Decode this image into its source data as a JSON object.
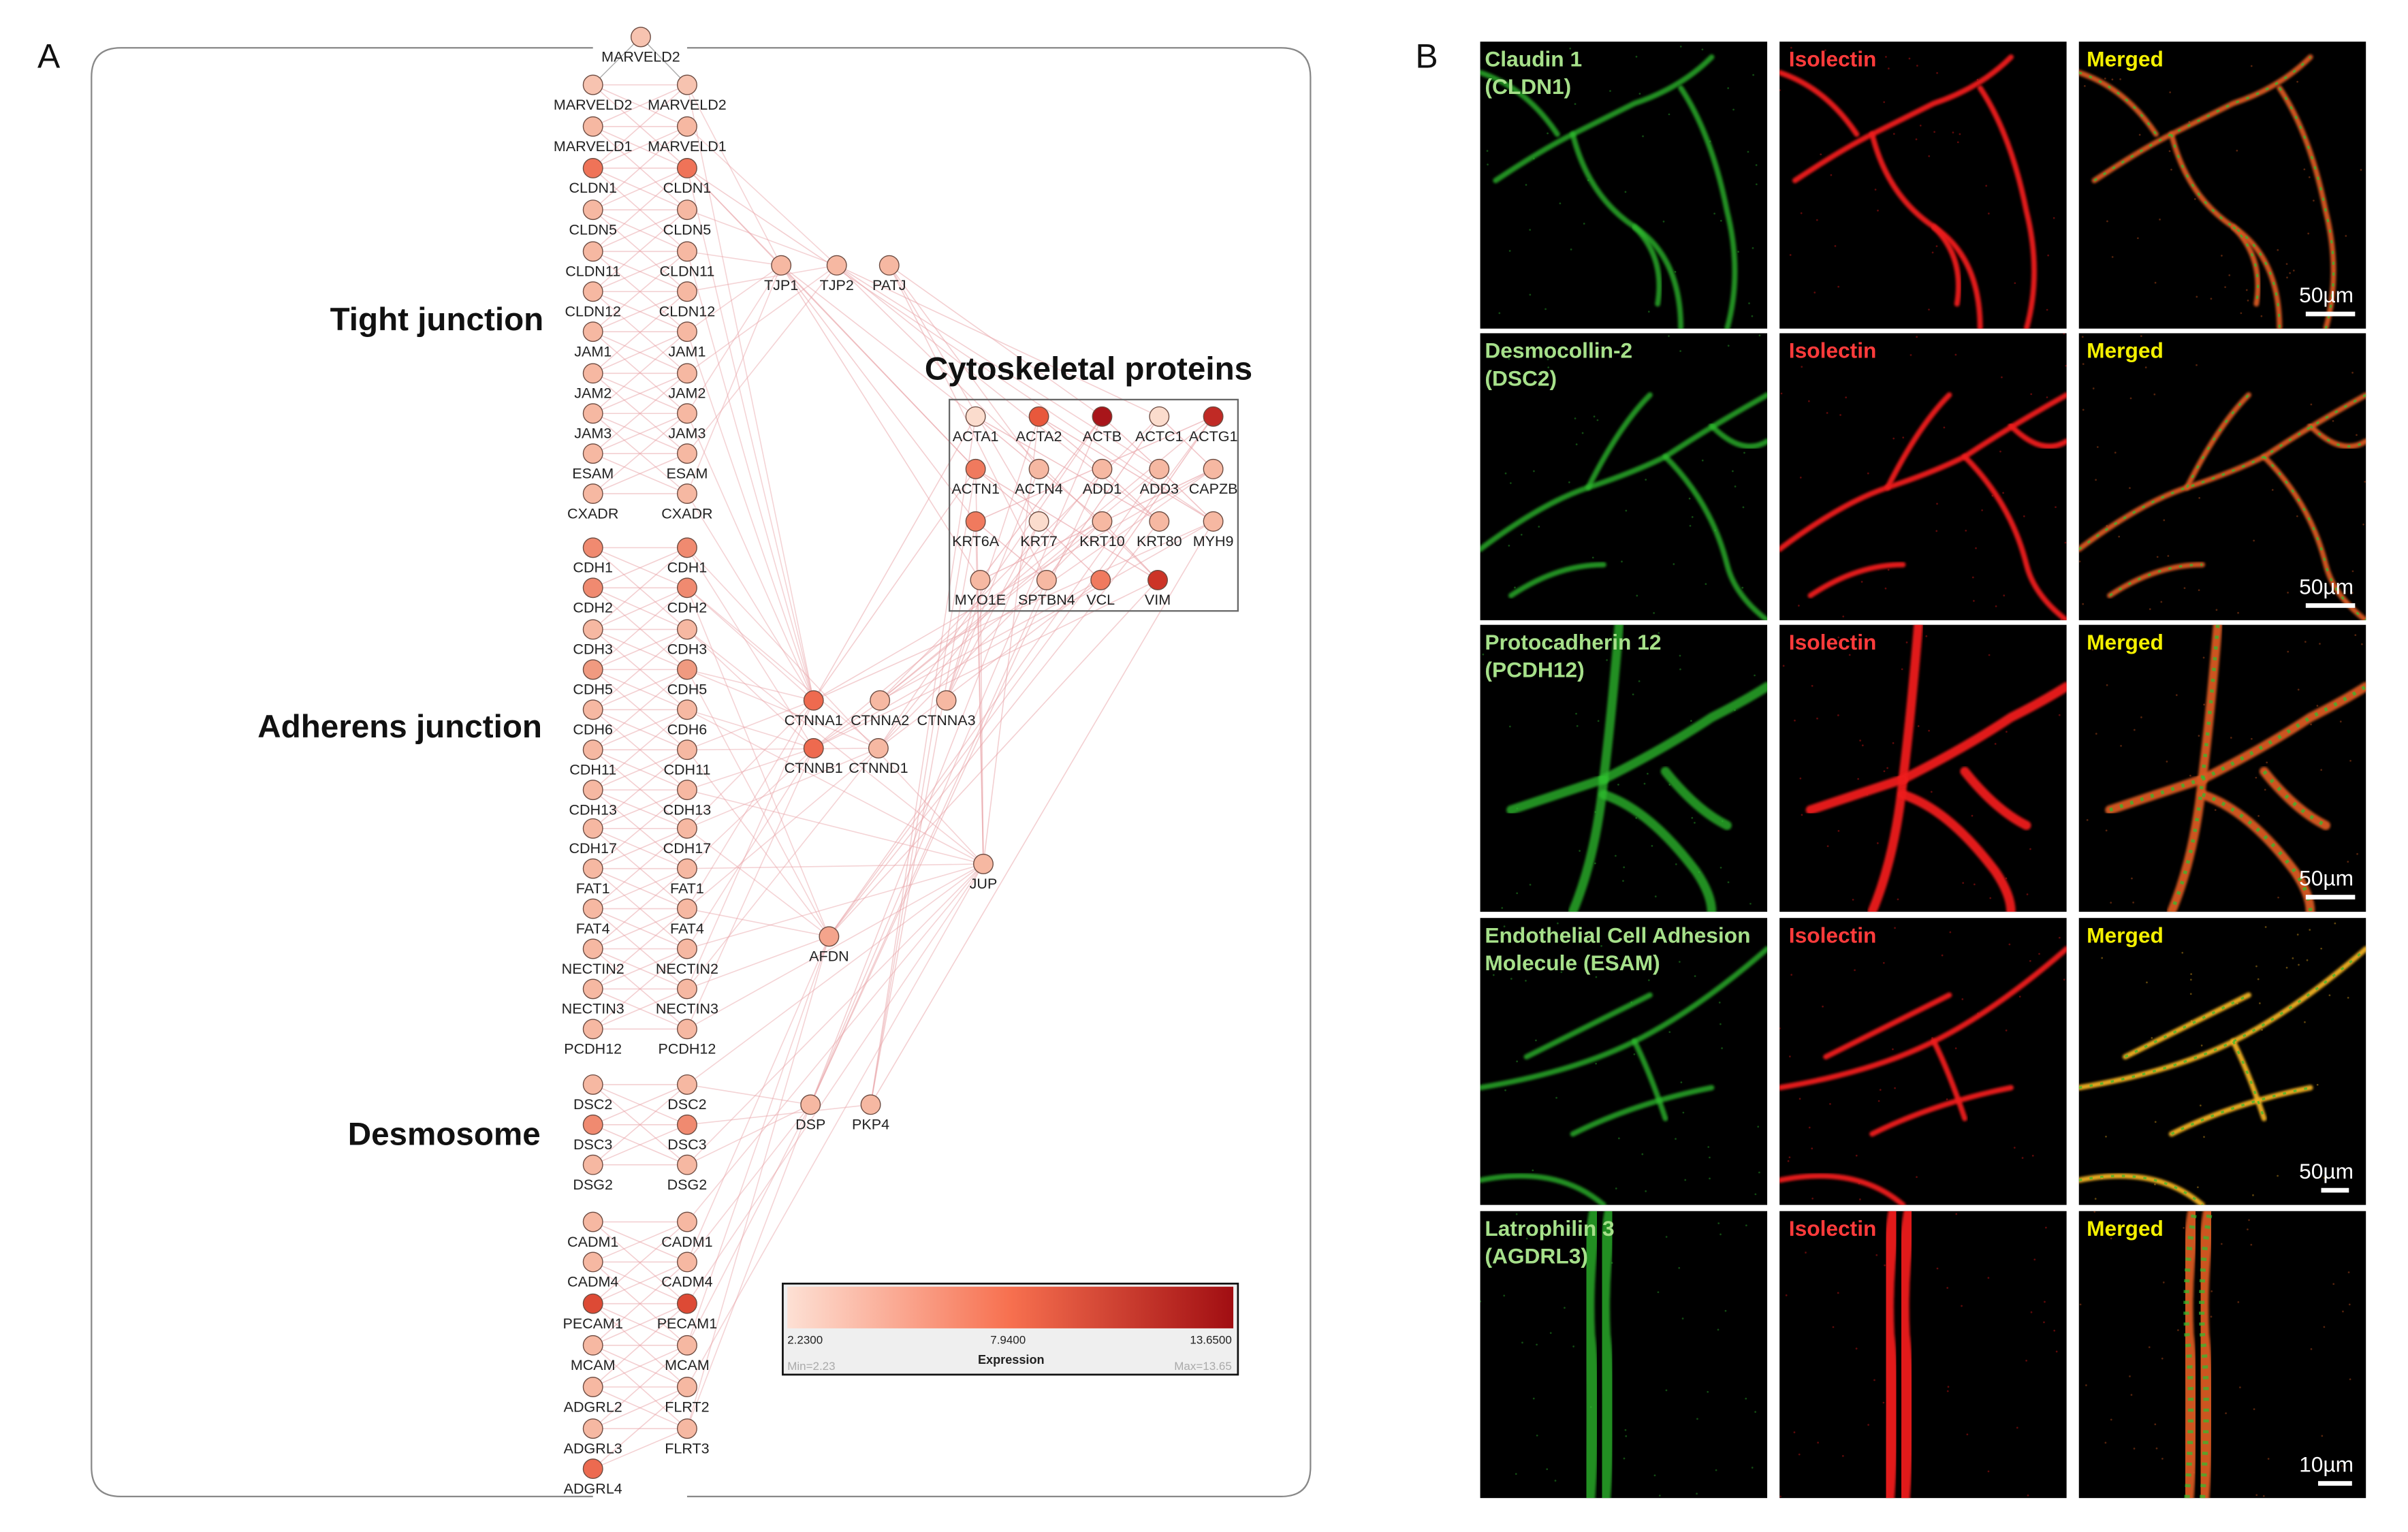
{
  "panel_a": {
    "letter": "A",
    "groups": {
      "tight": "Tight junction",
      "adherens": "Adherens junction",
      "desmosome": "Desmosome",
      "cytoskeletal": "Cytoskeletal proteins"
    },
    "top_node": "MARVELD2",
    "left_column": [
      "MARVELD2",
      "MARVELD1",
      "CLDN1",
      "CLDN5",
      "CLDN11",
      "CLDN12",
      "JAM1",
      "JAM2",
      "JAM3",
      "ESAM",
      "CXADR",
      "CDH1",
      "CDH2",
      "CDH3",
      "CDH5",
      "CDH6",
      "CDH11",
      "CDH13",
      "CDH17",
      "FAT1",
      "FAT4",
      "NECTIN2",
      "NECTIN3",
      "PCDH12",
      "DSC2",
      "DSC3",
      "DSG2",
      "CADM1",
      "CADM4",
      "PECAM1",
      "MCAM",
      "ADGRL2",
      "ADGRL3",
      "ADGRL4"
    ],
    "right_column": [
      "MARVELD2",
      "MARVELD1",
      "CLDN1",
      "CLDN5",
      "CLDN11",
      "CLDN12",
      "JAM1",
      "JAM2",
      "JAM3",
      "ESAM",
      "CXADR",
      "CDH1",
      "CDH2",
      "CDH3",
      "CDH5",
      "CDH6",
      "CDH11",
      "CDH13",
      "CDH17",
      "FAT1",
      "FAT4",
      "NECTIN2",
      "NECTIN3",
      "PCDH12",
      "DSC2",
      "DSC3",
      "DSG2",
      "CADM1",
      "CADM4",
      "PECAM1",
      "MCAM",
      "FLRT2",
      "FLRT3"
    ],
    "middle_nodes": [
      "TJP1",
      "TJP2",
      "PATJ",
      "CTNNA1",
      "CTNNA2",
      "CTNNA3",
      "CTNNB1",
      "CTNND1",
      "JUP",
      "AFDN",
      "DSP",
      "PKP4"
    ],
    "cytoskeletal_nodes": [
      "ACTA1",
      "ACTA2",
      "ACTB",
      "ACTC1",
      "ACTG1",
      "ACTN1",
      "ACTN4",
      "ADD1",
      "ADD3",
      "CAPZB",
      "KRT6A",
      "KRT7",
      "KRT10",
      "KRT80",
      "MYH9",
      "MYO1E",
      "SPTBN4",
      "VCL",
      "VIM"
    ],
    "node_colors": {
      "default": "#f6b8a2",
      "MARVELD2": "#f7c3b0",
      "CLDN1": "#ef7358",
      "CDH1": "#f08a70",
      "CDH2": "#f08a70",
      "CDH5": "#f09a80",
      "PECAM1": "#dd4a35",
      "ADGRL4": "#ec6a50",
      "DSC3": "#f08a70",
      "CTNNA1": "#ee6a4f",
      "CTNNB1": "#ee6a4f",
      "AFDN": "#f4a48c",
      "ACTA1": "#fbdccd",
      "ACTA2": "#e8583c",
      "ACTB": "#a8151a",
      "ACTC1": "#fbdccd",
      "ACTG1": "#c02a25",
      "ACTN1": "#f07a5e",
      "KRT6A": "#f07a5e",
      "KRT7": "#fbdccd",
      "VCL": "#f07a5e",
      "VIM": "#cc3427"
    },
    "legend": {
      "min_tick": "2.2300",
      "mid_tick": "7.9400",
      "max_tick": "13.6500",
      "title": "Expression",
      "min_label": "Min=2.23",
      "max_label": "Max=13.65",
      "color_low": "#fde0d4",
      "color_mid": "#f7704f",
      "color_high": "#a10e12"
    }
  },
  "panel_b": {
    "letter": "B",
    "rows": [
      {
        "marker_line1": "Claudin 1",
        "marker_line2": "(CLDN1)",
        "isolectin": "Isolectin",
        "merged": "Merged",
        "scale": "50µm"
      },
      {
        "marker_line1": "Desmocollin-2",
        "marker_line2": "(DSC2)",
        "isolectin": "Isolectin",
        "merged": "Merged",
        "scale": "50µm"
      },
      {
        "marker_line1": "Protocadherin 12",
        "marker_line2": "(PCDH12)",
        "isolectin": "Isolectin",
        "merged": "Merged",
        "scale": "50µm"
      },
      {
        "marker_line1": "Endothelial Cell Adhesion",
        "marker_line2": "Molecule (ESAM)",
        "isolectin": "Isolectin",
        "merged": "Merged",
        "scale": "50µm"
      },
      {
        "marker_line1": "Latrophilin 3",
        "marker_line2": "(AGDRL3)",
        "isolectin": "Isolectin",
        "merged": "Merged",
        "scale": "10µm"
      }
    ],
    "colors": {
      "marker": "#a6e08a",
      "isolectin": "#ff3b3b",
      "merged": "#f4f000",
      "green": "#2fbf2f",
      "red": "#ee1a1a",
      "yellow": "#d9b21a"
    }
  }
}
